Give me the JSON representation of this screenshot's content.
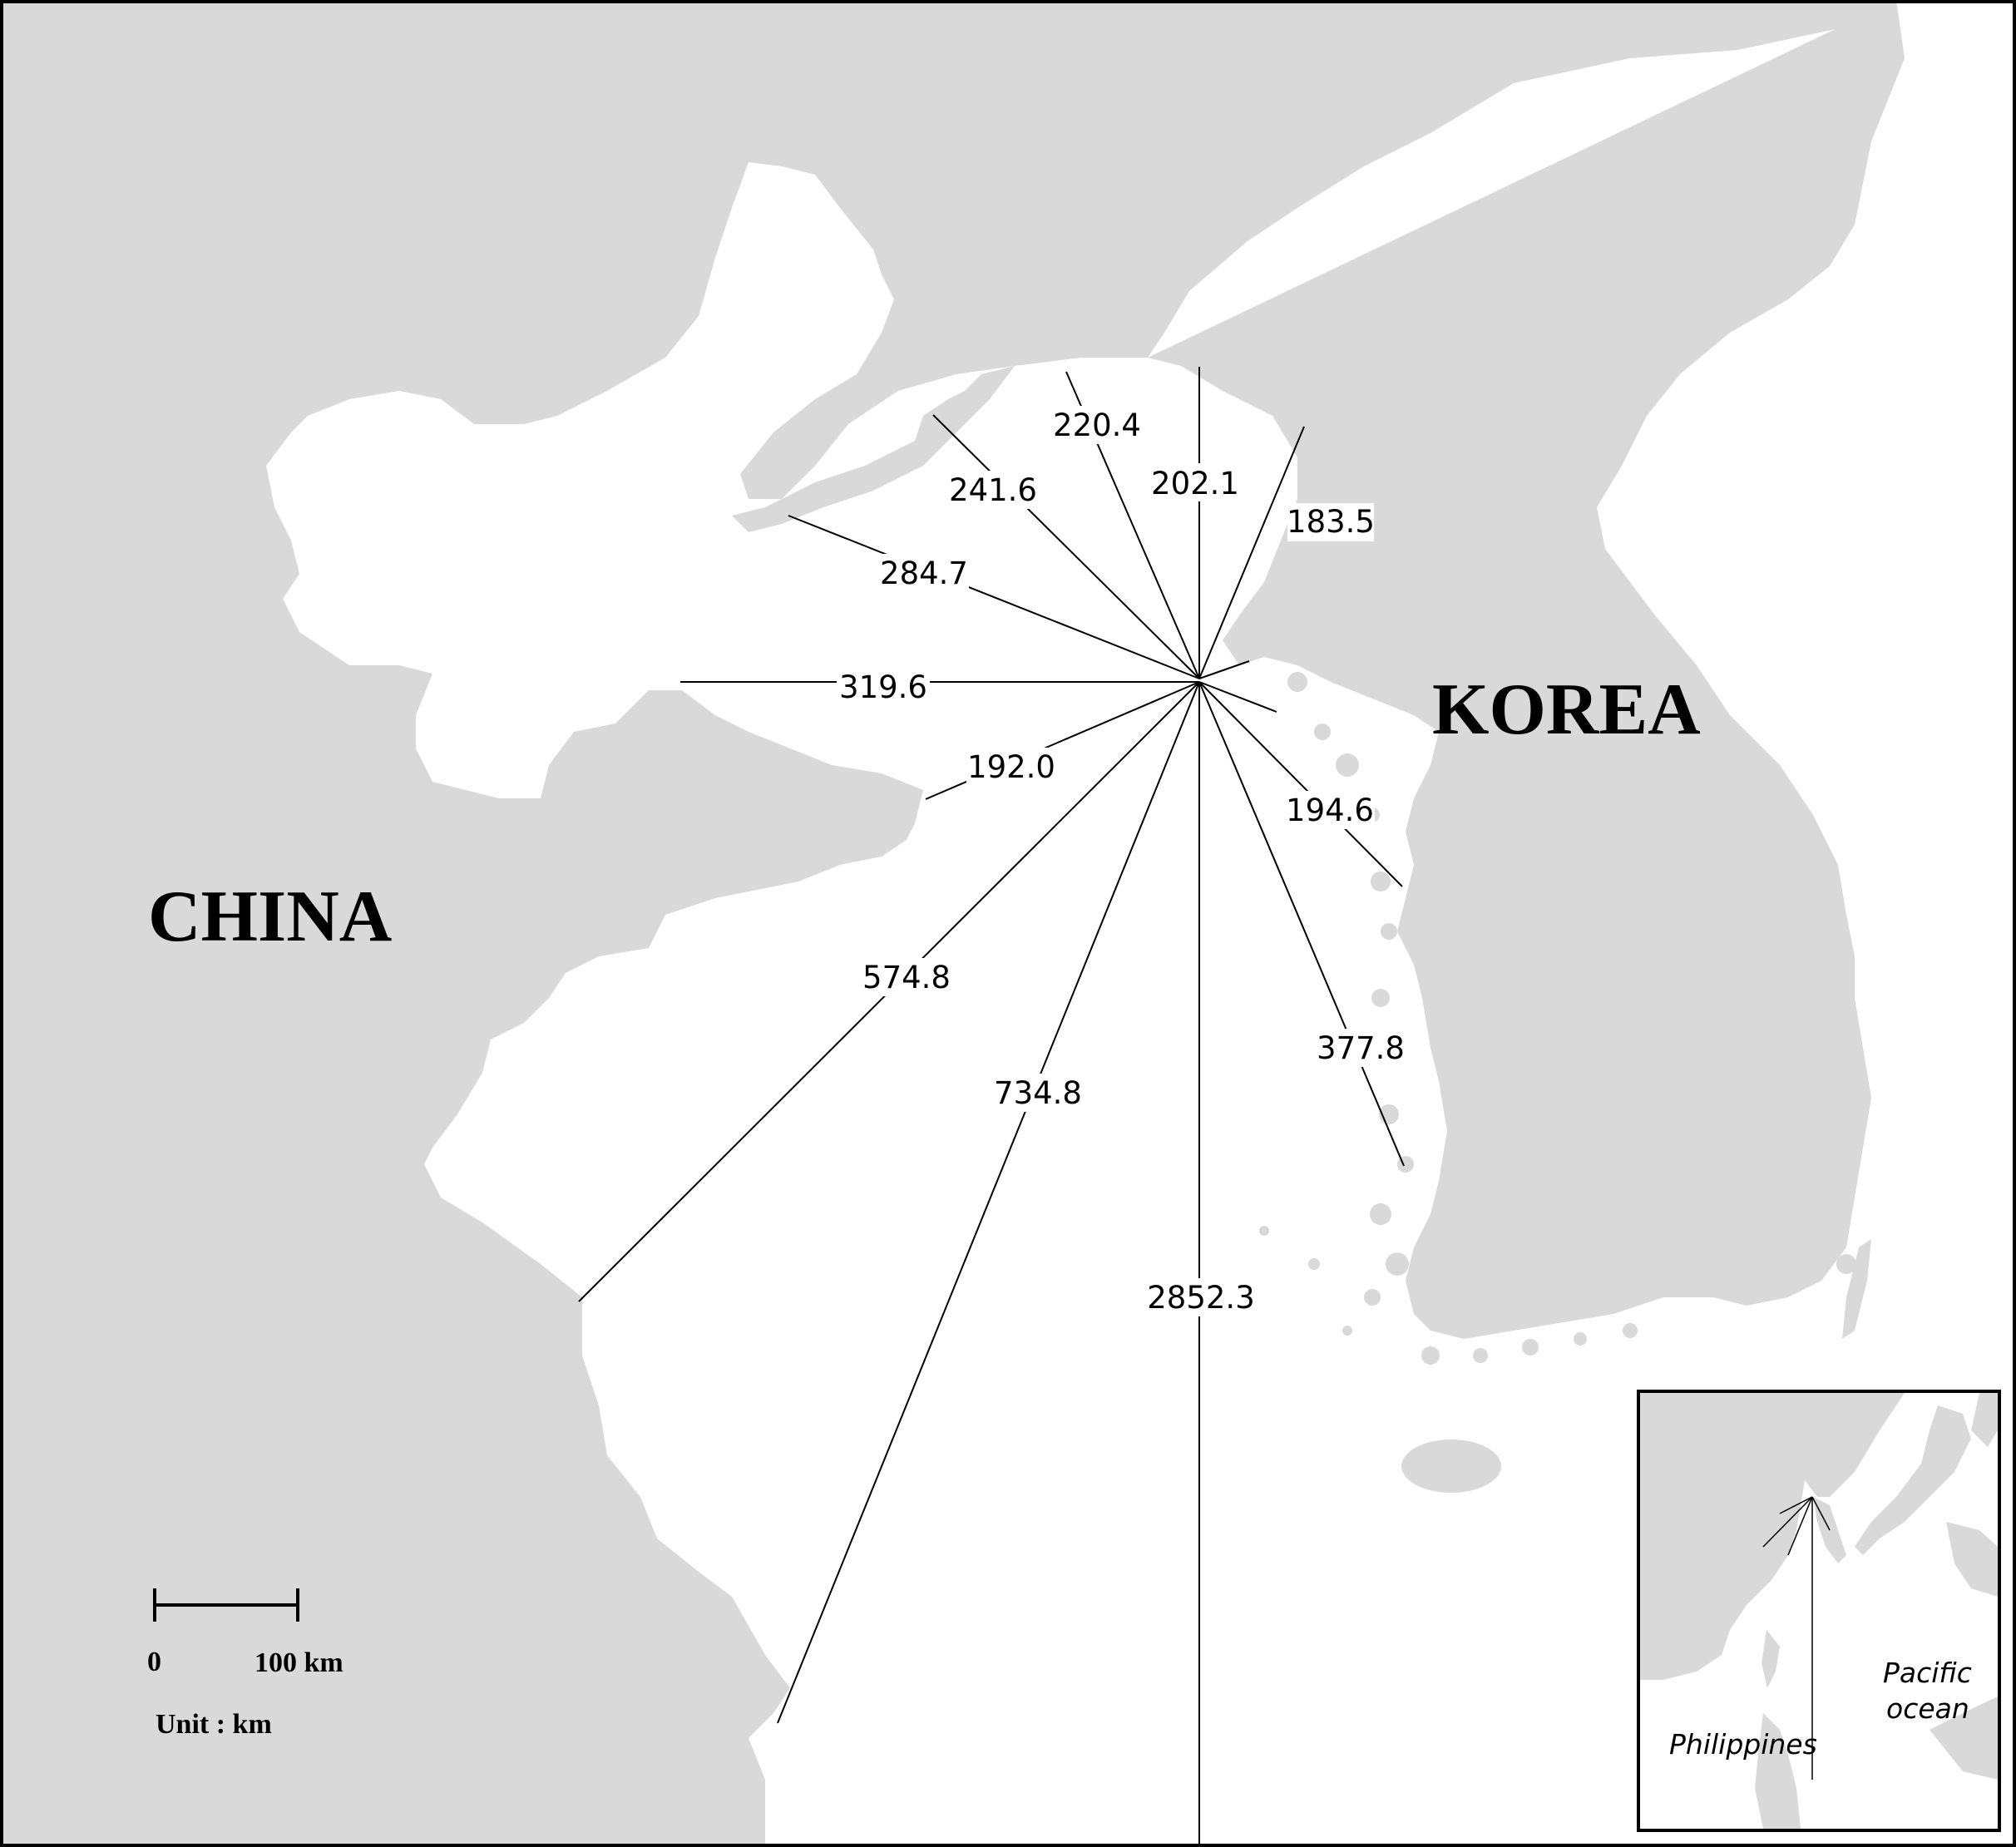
{
  "labels": {
    "china": "CHINA",
    "korea": "KOREA"
  },
  "distances": [
    {
      "id": "n",
      "value": "202.1"
    },
    {
      "id": "nne",
      "value": "183.5"
    },
    {
      "id": "nnw",
      "value": "220.4"
    },
    {
      "id": "nw",
      "value": "241.6"
    },
    {
      "id": "wnw",
      "value": "284.7"
    },
    {
      "id": "w",
      "value": "319.6"
    },
    {
      "id": "wsw",
      "value": "192.0"
    },
    {
      "id": "sw",
      "value": "574.8"
    },
    {
      "id": "ssw",
      "value": "734.8"
    },
    {
      "id": "s",
      "value": "2852.3"
    },
    {
      "id": "sse",
      "value": "377.8"
    },
    {
      "id": "se",
      "value": "194.6"
    }
  ],
  "scale_bar": {
    "start": "0",
    "end": "100 km",
    "unit": "Unit : km"
  },
  "inset": {
    "philippines": "Philippines",
    "pacific_line1": "Pacific",
    "pacific_line2": "ocean"
  },
  "colors": {
    "land": "#d9d9d9",
    "sea": "#ffffff",
    "lines": "#000000"
  }
}
